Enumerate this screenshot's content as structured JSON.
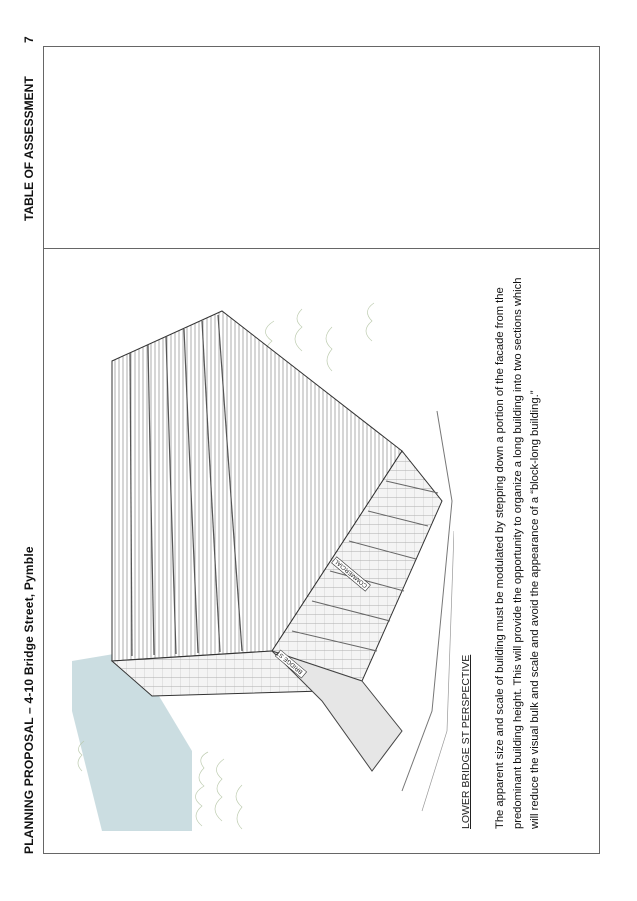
{
  "header": {
    "title": "PLANNING PROPOSAL – 4-10 Bridge Street, Pymble",
    "section": "TABLE OF ASSESSMENT",
    "page_number": "7"
  },
  "figure": {
    "caption": "LOWER BRIDGE ST PERSPECTIVE",
    "signage": [
      "BRIDGE ST",
      "COMMERCIAL"
    ]
  },
  "body": {
    "paragraph": "The apparent size and scale of building must be modulated by stepping down a portion of the facade from the predominant building height. This will provide the opportunity to organize a long building into two sections which will reduce the visual bulk and scale and avoid the appearance of a “block-long building.”"
  }
}
